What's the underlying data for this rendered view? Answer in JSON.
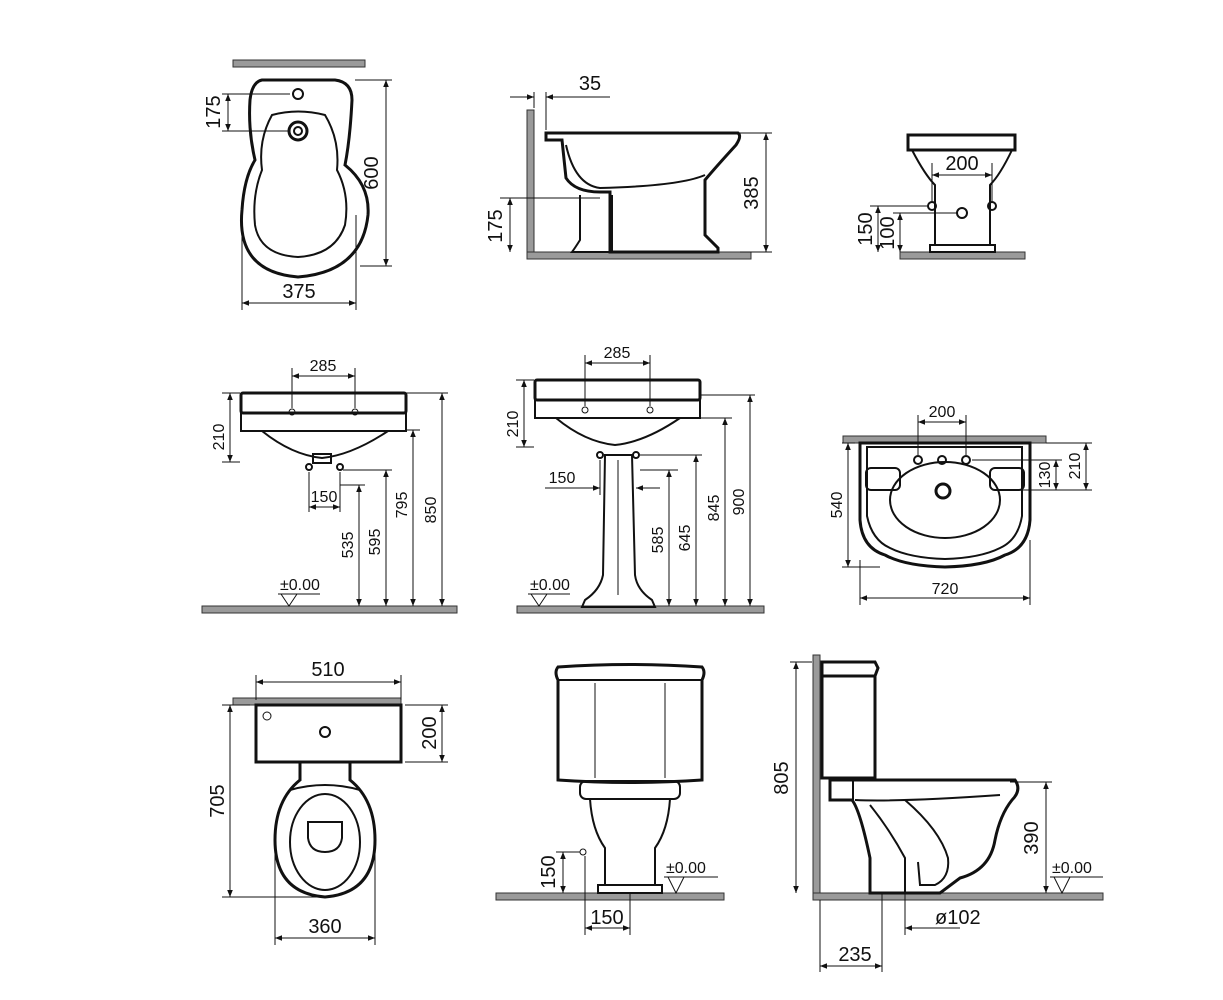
{
  "views": {
    "bidet_top": {
      "width": "375",
      "depth": "600",
      "hole_offset": "175"
    },
    "bidet_side": {
      "gap": "35",
      "height": "385",
      "inlet_height": "175"
    },
    "bidet_back": {
      "hole_spacing": "200",
      "upper_height": "150",
      "lower_height": "100"
    },
    "basin_wall": {
      "tap_spacing": "285",
      "rim_depth": "210",
      "waste_spacing": "150",
      "waste_height_1": "535",
      "waste_height_2": "595",
      "rim_height_1": "795",
      "rim_height_2": "850",
      "level": "±0.00"
    },
    "basin_pedestal": {
      "tap_spacing": "285",
      "rim_depth": "210",
      "waste_spacing": "150",
      "height_1": "585",
      "height_2": "645",
      "height_3": "845",
      "height_4": "900",
      "level": "±0.00"
    },
    "basin_top": {
      "tap_spacing": "200",
      "depth": "540",
      "width": "720",
      "tap_offset_1": "130",
      "tap_offset_2": "210"
    },
    "wc_top": {
      "width": "510",
      "depth": "705",
      "tank_depth": "200",
      "bowl_width": "360"
    },
    "wc_front": {
      "inlet_height": "150",
      "outlet_width": "150",
      "level": "±0.00"
    },
    "wc_side": {
      "height": "805",
      "seat_height": "390",
      "outlet_offset": "235",
      "outlet_diameter": "ø102",
      "level": "±0.00"
    }
  }
}
